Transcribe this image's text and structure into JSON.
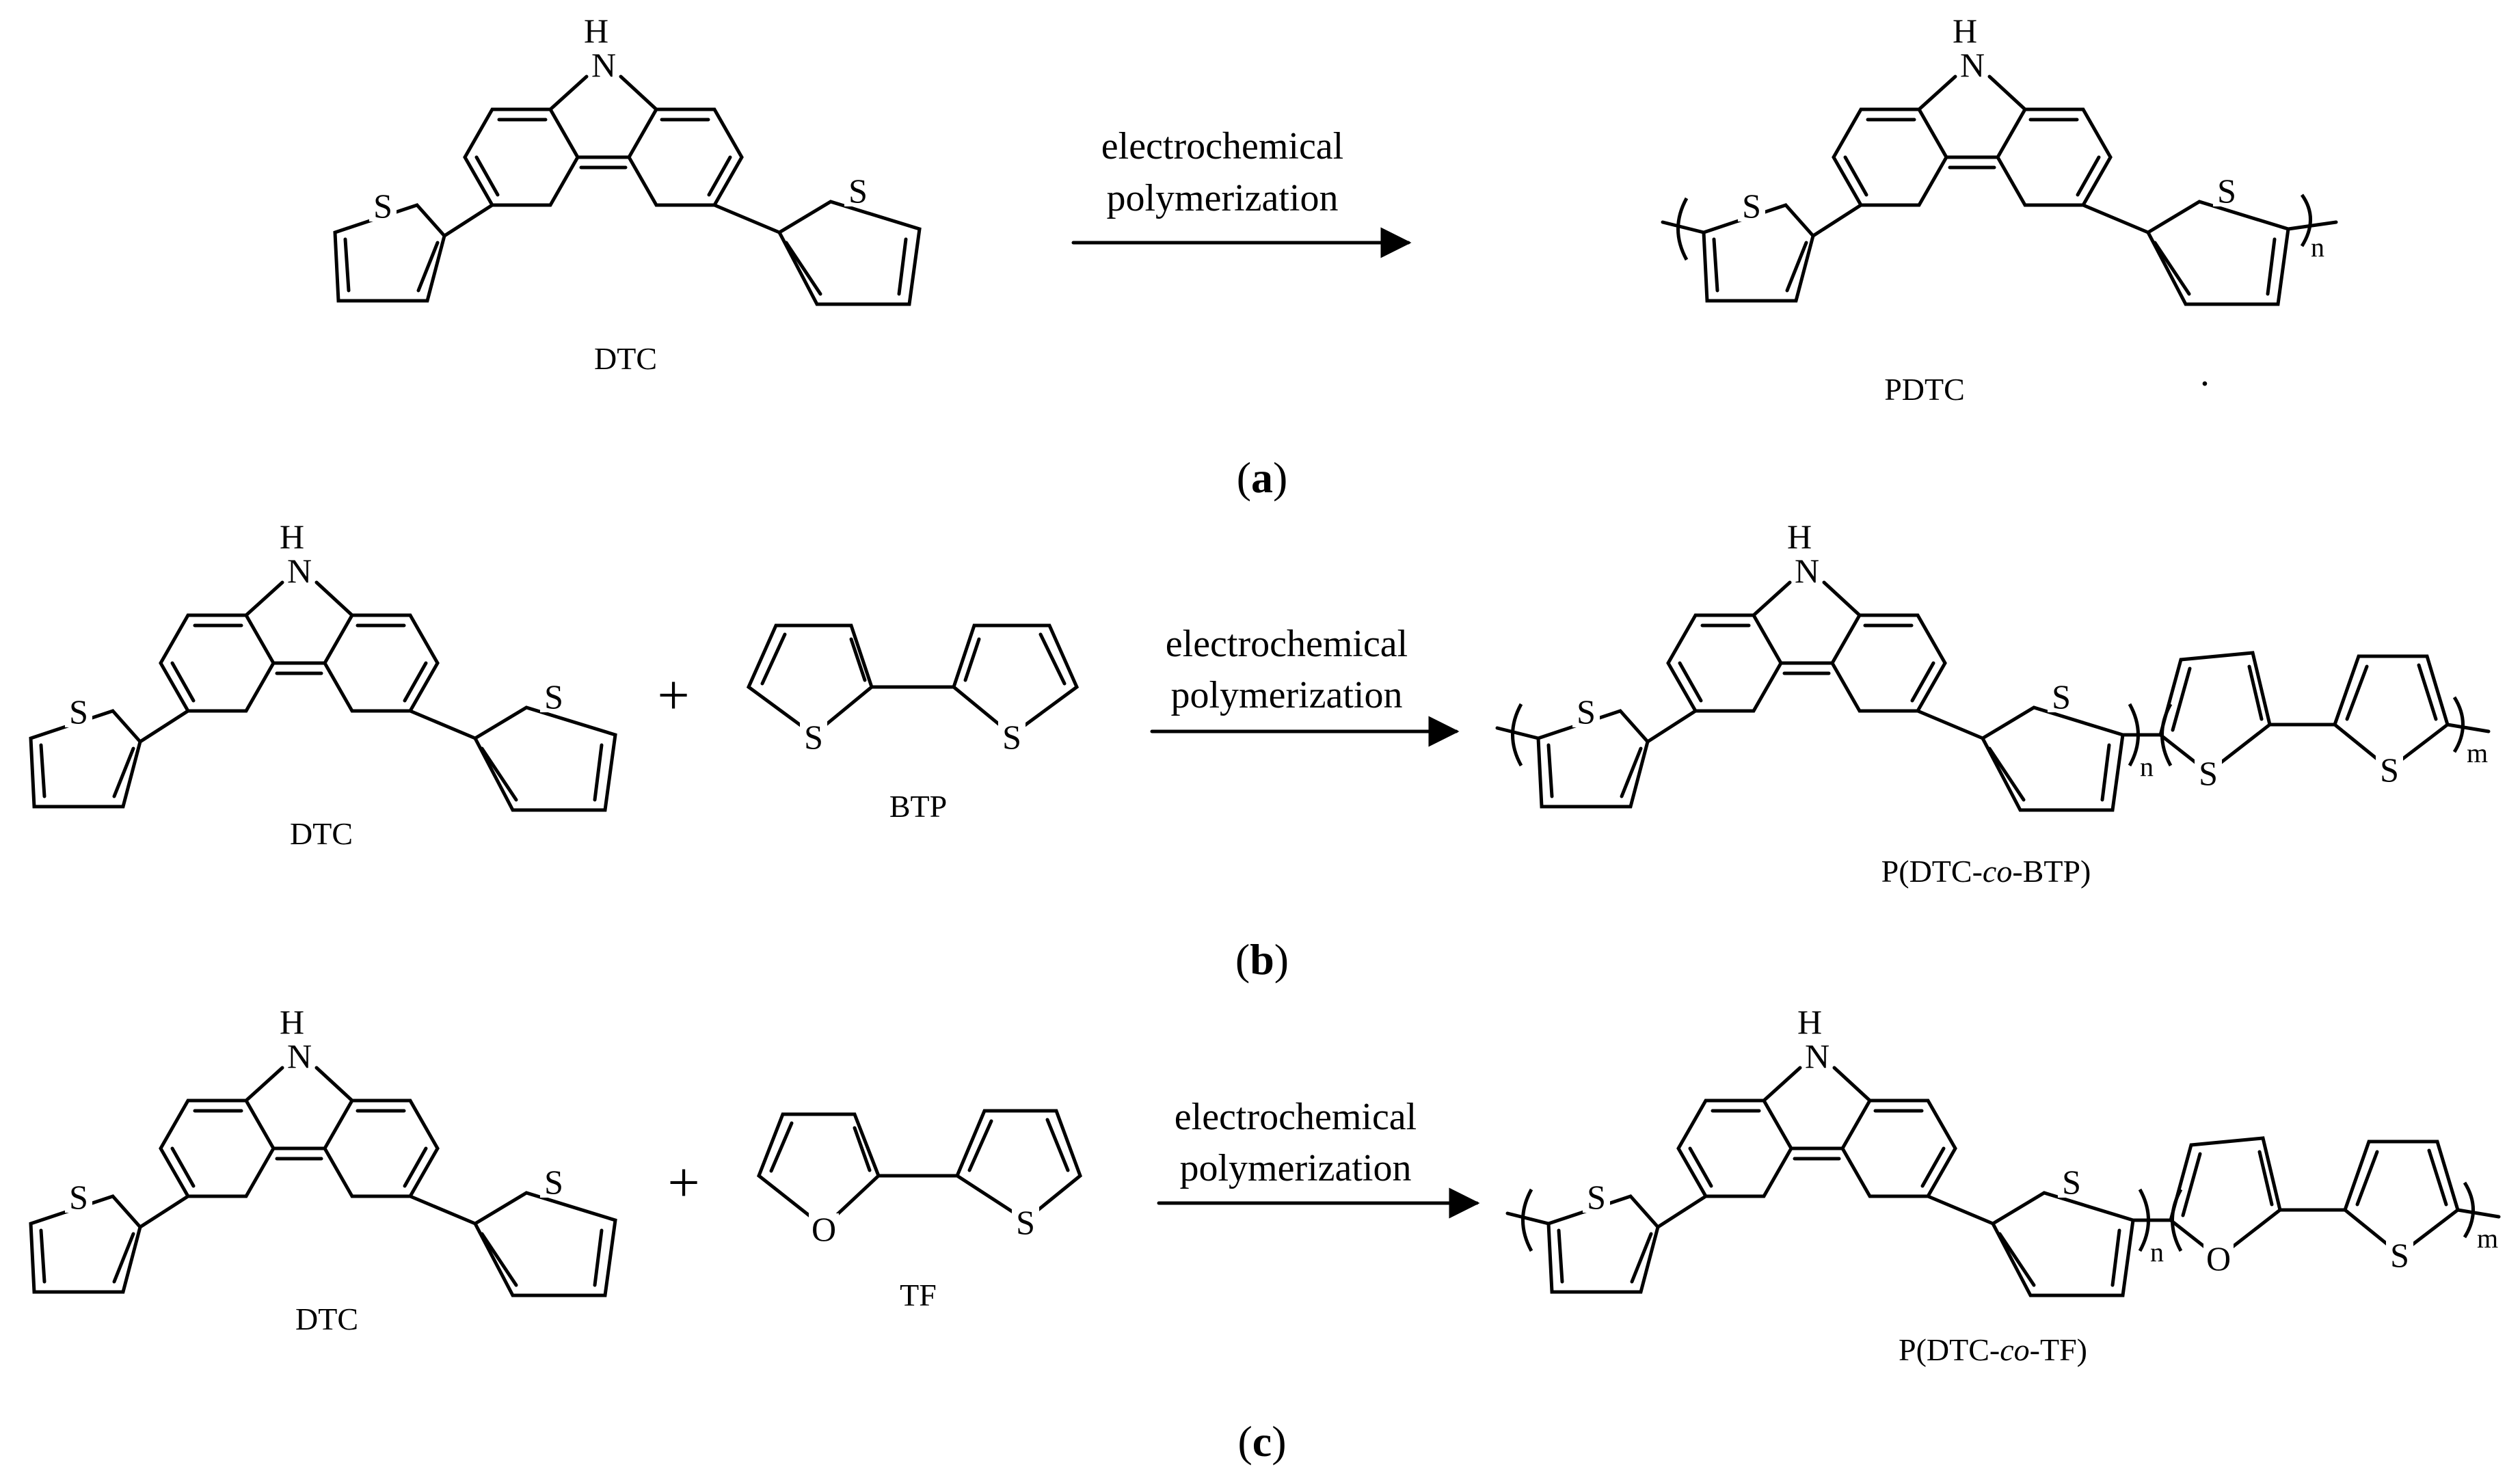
{
  "colors": {
    "ink": "#000000",
    "background": "#ffffff"
  },
  "atoms": {
    "nh_h": "H",
    "nh_n": "N",
    "sulfur": "S",
    "oxygen": "O"
  },
  "plus_sign": "+",
  "subscripts": {
    "n": "n",
    "m": "m"
  },
  "panel_a": {
    "reactant_label": "DTC",
    "condition_line1": "electrochemical",
    "condition_line2": "polymerization",
    "product_label": "PDTC",
    "stray_mark": "·",
    "caption": {
      "open": "(",
      "letter": "a",
      "close": ")"
    }
  },
  "panel_b": {
    "reactant1_label": "DTC",
    "reactant2_label": "BTP",
    "condition_line1": "electrochemical",
    "condition_line2": "polymerization",
    "product_label": {
      "prefix": "P(DTC-",
      "italic": "co",
      "suffix": "-BTP)"
    },
    "caption": {
      "open": "(",
      "letter": "b",
      "close": ")"
    }
  },
  "panel_c": {
    "reactant1_label": "DTC",
    "reactant2_label": "TF",
    "condition_line1": "electrochemical",
    "condition_line2": "polymerization",
    "product_label": {
      "prefix": "P(DTC-",
      "italic": "co",
      "suffix": "-TF)"
    },
    "caption": {
      "open": "(",
      "letter": "c",
      "close": ")"
    }
  }
}
